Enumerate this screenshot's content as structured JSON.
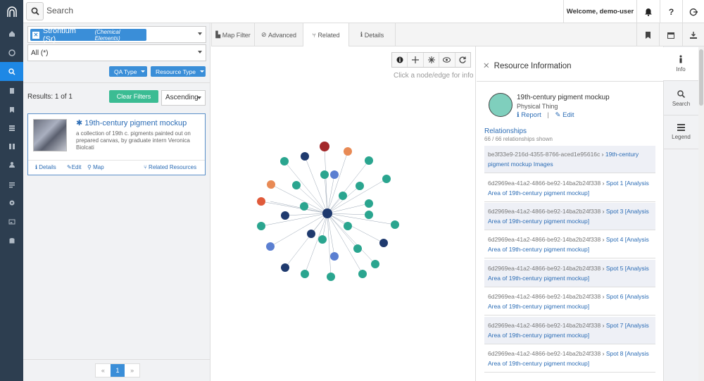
{
  "topbar": {
    "search_placeholder": "Search",
    "welcome": "Welcome, demo-user",
    "help_label": "?"
  },
  "leftnav": {
    "icons": [
      "logo-icon",
      "home-icon",
      "dashboard-icon",
      "search-icon",
      "document-icon",
      "bookmark-icon",
      "list-icon",
      "tiles-icon",
      "user-icon",
      "report-icon",
      "settings-icon",
      "image-icon",
      "database-icon"
    ]
  },
  "filters": {
    "term_tag": "Strontium (Sr)",
    "term_tag_sub": "(Chemical Elements)",
    "all_select": "All (*)",
    "qa_type": "QA Type",
    "resource_type": "Resource Type"
  },
  "results": {
    "count_label": "Results: 1 of 1",
    "clear_filters": "Clear Filters",
    "sort": "Ascending"
  },
  "card": {
    "title": "19th-century pigment mockup",
    "description": "a collection of 19th c. pigments painted out on prepared canvas, by graduate intern Veronica Biolcati",
    "links": [
      "Details",
      "Edit",
      "Map",
      "Related Resources"
    ]
  },
  "pager": {
    "prev": "«",
    "current": "1",
    "next": "»"
  },
  "tabs": [
    {
      "label": "Map Filter"
    },
    {
      "label": "Advanced"
    },
    {
      "label": "Related"
    },
    {
      "label": "Details"
    }
  ],
  "graph": {
    "hint": "Click a node/edge for info",
    "tools": [
      "info-icon",
      "plus-icon",
      "expand-icon",
      "eye-icon",
      "refresh-icon"
    ]
  },
  "resource_info": {
    "title": "Resource Information",
    "name": "19th-century pigment mockup",
    "type": "Physical Thing",
    "report": "Report",
    "edit": "Edit",
    "relationships_heading": "Relationships",
    "relationships_count": "66 / 66 relationships shown",
    "relationships": [
      {
        "uuid": "be3f33e9-216d-4355-8766-aced1e95616c",
        "label": "19th-century pigment mockup Images"
      },
      {
        "uuid": "6d2969ea-41a2-4866-be92-14ba2b24f338",
        "label": "Spot 1 [Analysis Area of 19th-century pigment mockup]"
      },
      {
        "uuid": "6d2969ea-41a2-4866-be92-14ba2b24f338",
        "label": "Spot 3 [Analysis Area of 19th-century pigment mockup]"
      },
      {
        "uuid": "6d2969ea-41a2-4866-be92-14ba2b24f338",
        "label": "Spot 4 [Analysis Area of 19th-century pigment mockup]"
      },
      {
        "uuid": "6d2969ea-41a2-4866-be92-14ba2b24f338",
        "label": "Spot 5 [Analysis Area of 19th-century pigment mockup]"
      },
      {
        "uuid": "6d2969ea-41a2-4866-be92-14ba2b24f338",
        "label": "Spot 6 [Analysis Area of 19th-century pigment mockup]"
      },
      {
        "uuid": "6d2969ea-41a2-4866-be92-14ba2b24f338",
        "label": "Spot 7 [Analysis Area of 19th-century pigment mockup]"
      },
      {
        "uuid": "6d2969ea-41a2-4866-be92-14ba2b24f338",
        "label": "Spot 8 [Analysis Area of 19th-century pigment mockup]"
      }
    ]
  },
  "side_tabs": [
    {
      "label": "Info"
    },
    {
      "label": "Search"
    },
    {
      "label": "Legend"
    }
  ],
  "colors": {
    "nav_bg": "#2d3e50",
    "accent": "#3a8ed8",
    "green": "#3bbc93",
    "node_teal": "#2aa58f",
    "node_navy": "#1f3a6e",
    "node_orange": "#e88a55",
    "node_red": "#a3282a",
    "node_blue": "#5b7fd1"
  }
}
